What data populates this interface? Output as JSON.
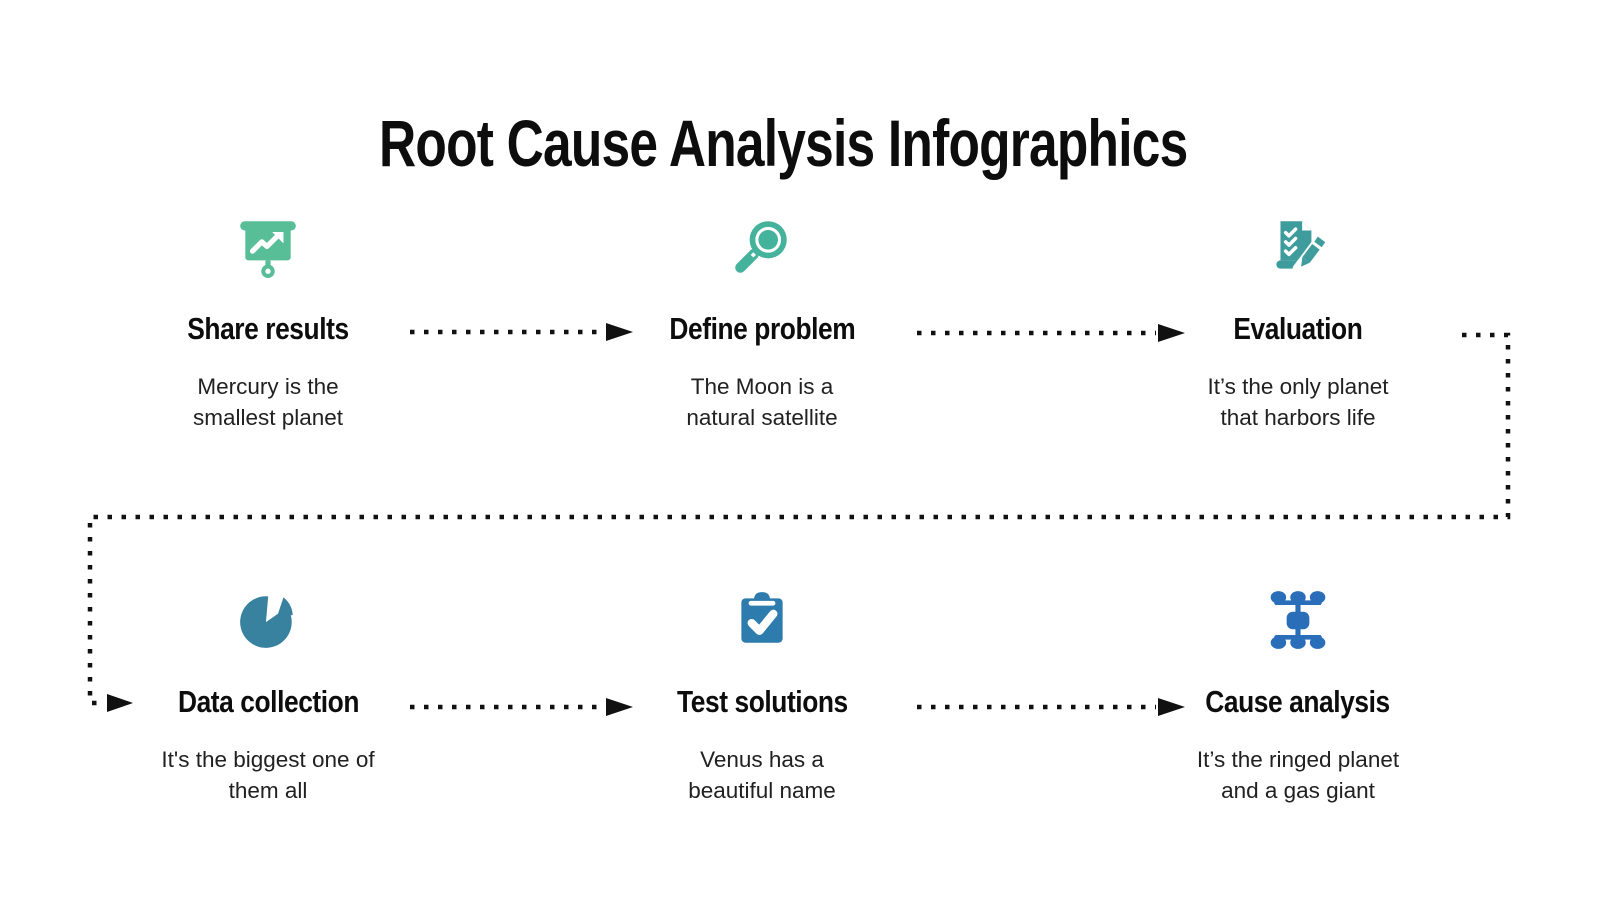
{
  "page": {
    "title": "Root Cause Analysis Infographics",
    "background": "#ffffff"
  },
  "connector": {
    "color": "#111111",
    "style": "dotted-line-with-solid-arrowheads"
  },
  "steps": [
    {
      "id": "share-results",
      "icon": "presentation-chart-icon",
      "color": "#57BE98",
      "title": "Share results",
      "desc_line1": "Mercury is the",
      "desc_line2": "smallest planet"
    },
    {
      "id": "define-problem",
      "icon": "magnifier-icon",
      "color": "#45B29B",
      "title": "Define problem",
      "desc_line1": "The Moon is a",
      "desc_line2": "natural satellite"
    },
    {
      "id": "evaluation",
      "icon": "checklist-pencil-icon",
      "color": "#3E9C9D",
      "title": "Evaluation",
      "desc_line1": "It’s the only planet",
      "desc_line2": "that harbors life"
    },
    {
      "id": "data-collection",
      "icon": "pie-chart-icon",
      "color": "#38819F",
      "title": "Data collection",
      "desc_line1": "It's the biggest one of",
      "desc_line2": "them all"
    },
    {
      "id": "test-solutions",
      "icon": "clipboard-check-icon",
      "color": "#2E7BAE",
      "title": "Test solutions",
      "desc_line1": "Venus has a",
      "desc_line2": "beautiful name"
    },
    {
      "id": "cause-analysis",
      "icon": "cluster-diagram-icon",
      "color": "#2A6EB9",
      "title": "Cause analysis",
      "desc_line1": "It’s the ringed planet",
      "desc_line2": "and a gas giant"
    }
  ]
}
